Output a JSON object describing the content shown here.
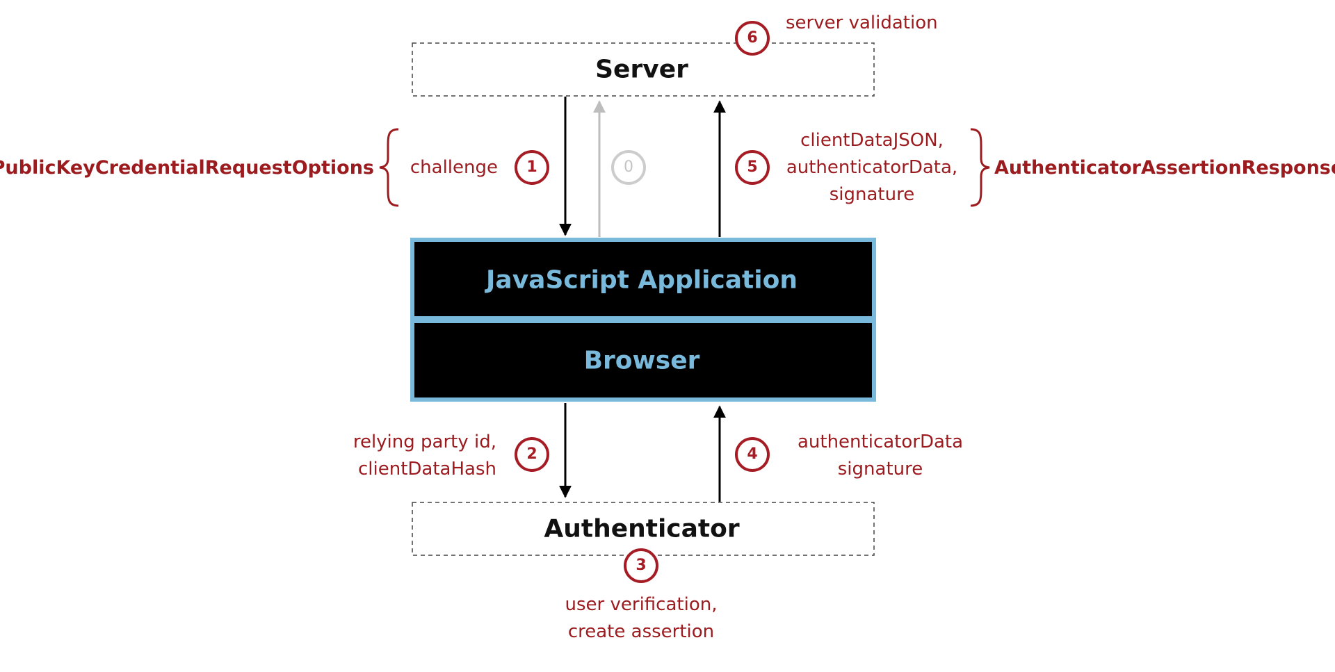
{
  "colors": {
    "label": "#9b1b1f",
    "step_ring": "#a51c24",
    "ghost": "#c4c4c4",
    "inner_box_fill": "#000000",
    "inner_box_border": "#79b9db",
    "inner_box_text": "#79b9db",
    "external_box_border": "#444444"
  },
  "boxes": {
    "server": "Server",
    "javascript_application": "JavaScript Application",
    "browser": "Browser",
    "authenticator": "Authenticator"
  },
  "steps": {
    "s0": "0",
    "s1": "1",
    "s2": "2",
    "s3": "3",
    "s4": "4",
    "s5": "5",
    "s6": "6"
  },
  "labels": {
    "server_validation": "server validation",
    "challenge": "challenge",
    "request_options": "PublicKeyCredentialRequestOptions",
    "response_fields": [
      "clientDataJSON,",
      "authenticatorData,",
      "signature"
    ],
    "assertion_response": "AuthenticatorAssertionResponse",
    "to_authenticator": [
      "relying party id,",
      "clientDataHash"
    ],
    "from_authenticator": [
      "authenticatorData",
      "signature"
    ],
    "authenticator_action": [
      "user verification,",
      "create assertion"
    ]
  }
}
